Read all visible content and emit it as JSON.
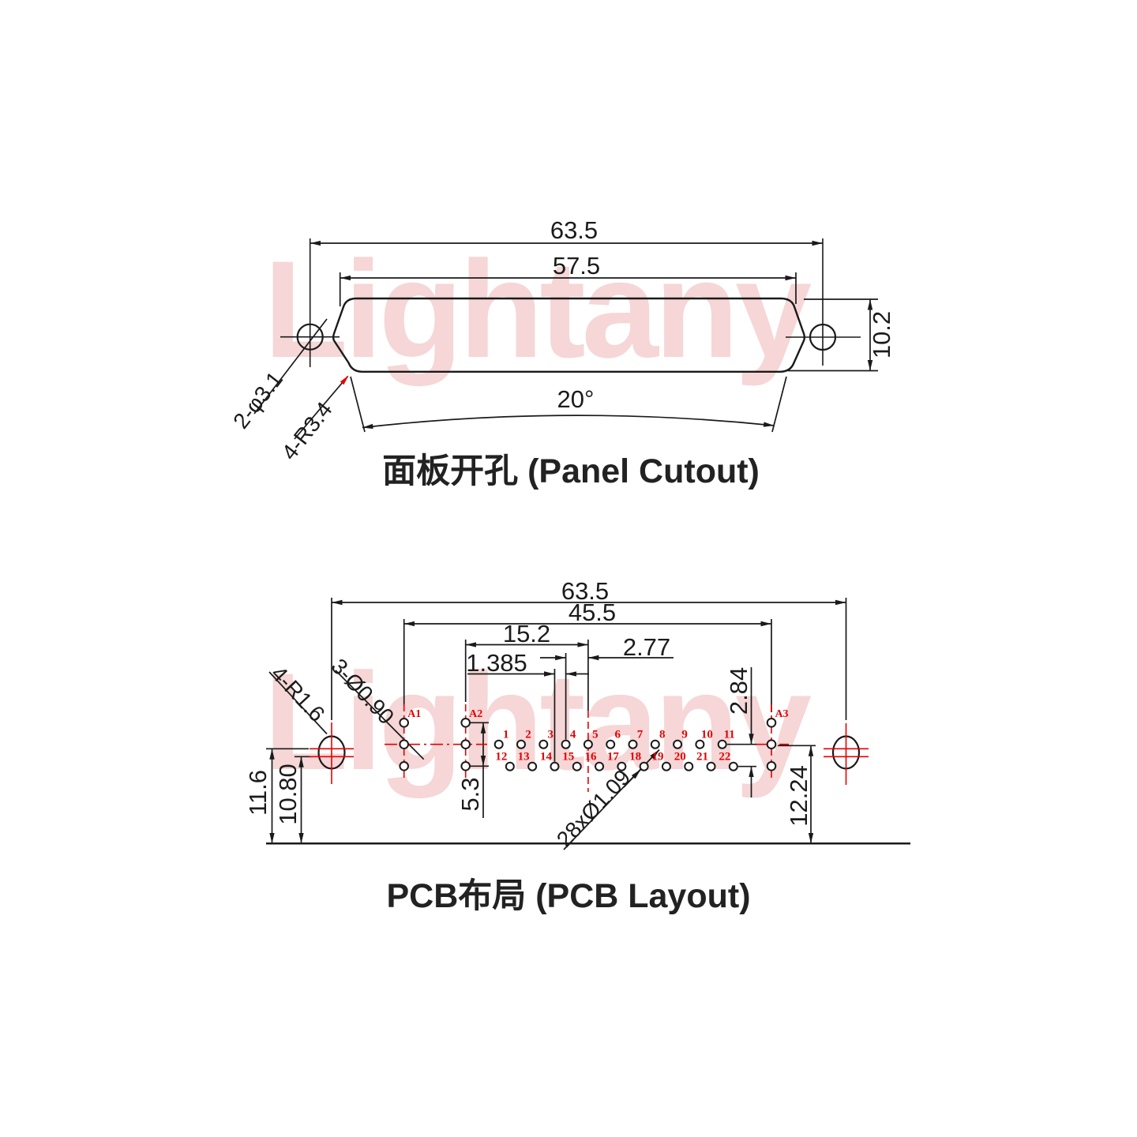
{
  "watermark": {
    "text": "Lightany",
    "color": "#f6d6d6"
  },
  "panel_cutout": {
    "title": "面板开孔 (Panel Cutout)",
    "dims": {
      "outer_width": "63.5",
      "cutout_width": "57.5",
      "cutout_height": "10.2",
      "taper_angle": "20°",
      "mount_holes": "2-φ3.1",
      "corner_radius": "4-R3.4"
    }
  },
  "pcb_layout": {
    "title": "PCB布局 (PCB Layout)",
    "dims": {
      "outer_width": "63.5",
      "coax_span": "45.5",
      "row_span": "15.2",
      "pin_pitch": "2.77",
      "row_offset": "1.385",
      "row_gap": "2.84",
      "coax_pin_span": "5.3",
      "height_outer": "11.6",
      "height_inner": "10.80",
      "height_right": "12.24",
      "signal_holes": "28xØ1.09",
      "coax_center_holes": "3-Ø0.90",
      "mount_slot_radius": "4-R1.6"
    },
    "pin_labels_top": [
      "1",
      "2",
      "3",
      "4",
      "5",
      "6",
      "7",
      "8",
      "9",
      "10",
      "11"
    ],
    "pin_labels_bottom": [
      "12",
      "13",
      "14",
      "15",
      "16",
      "17",
      "18",
      "19",
      "20",
      "21",
      "22"
    ],
    "a_labels": [
      "A1",
      "A2",
      "A3"
    ],
    "colors": {
      "line": "#1a1a1a",
      "accent_red": "#e60000"
    }
  }
}
